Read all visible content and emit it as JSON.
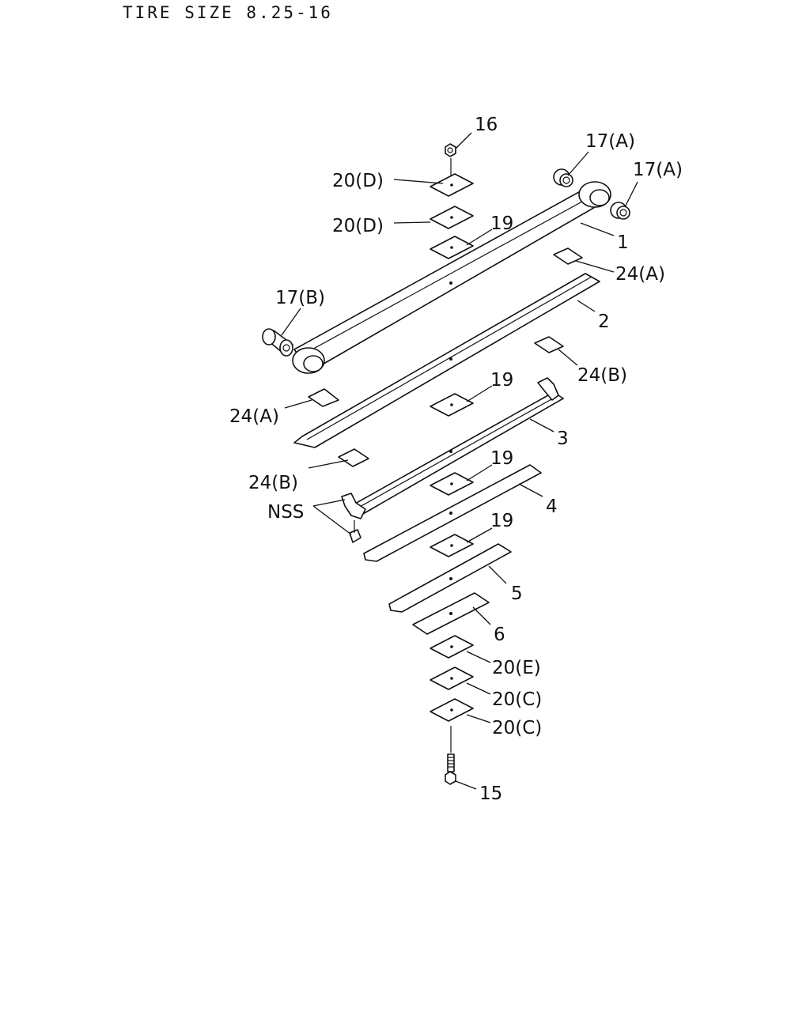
{
  "header": {
    "title": "TIRE SIZE 8.25-16"
  },
  "callouts": {
    "c16": "16",
    "c17a_1": "17(A)",
    "c17a_2": "17(A)",
    "c20d_1": "20(D)",
    "c20d_2": "20(D)",
    "c19_1": "19",
    "c1": "1",
    "c24a_1": "24(A)",
    "c17b": "17(B)",
    "c2": "2",
    "c24b_1": "24(B)",
    "c24a_2": "24(A)",
    "c19_2": "19",
    "c3": "3",
    "c24b_2": "24(B)",
    "c19_3": "19",
    "cnss": "NSS",
    "c4": "4",
    "c19_4": "19",
    "c5": "5",
    "c6": "6",
    "c20e": "20(E)",
    "c20c_1": "20(C)",
    "c20c_2": "20(C)",
    "c15": "15"
  }
}
